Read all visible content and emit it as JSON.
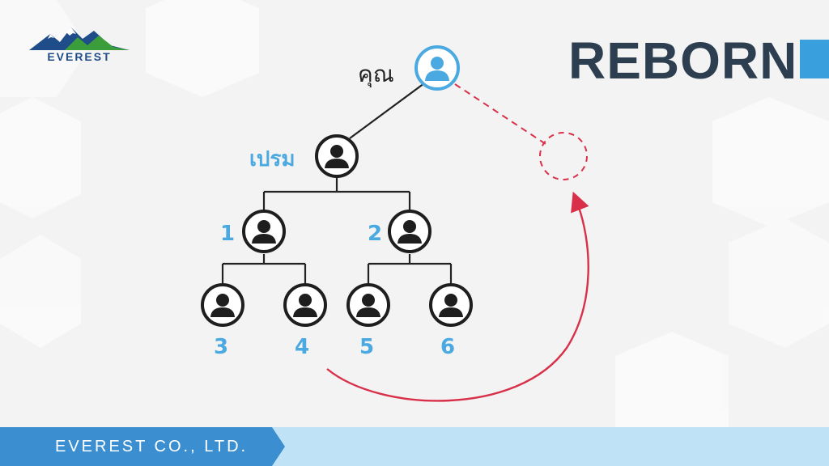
{
  "brand": {
    "logo_text": "EVEREST",
    "title": "REBORN",
    "footer": "EVEREST CO., LTD."
  },
  "colors": {
    "accent_blue": "#3aa0dd",
    "label_blue": "#4aa9e0",
    "arrow_red": "#d9304a",
    "footer_dark": "#3b8fd0",
    "footer_light": "#bfe2f7",
    "node_dark": "#1e1e1e"
  },
  "tree": {
    "root_label": "คุณ",
    "sponsor_label": "เปรม",
    "level2_labels": [
      "1",
      "2"
    ],
    "level3_labels": [
      "3",
      "4",
      "5",
      "6"
    ]
  }
}
